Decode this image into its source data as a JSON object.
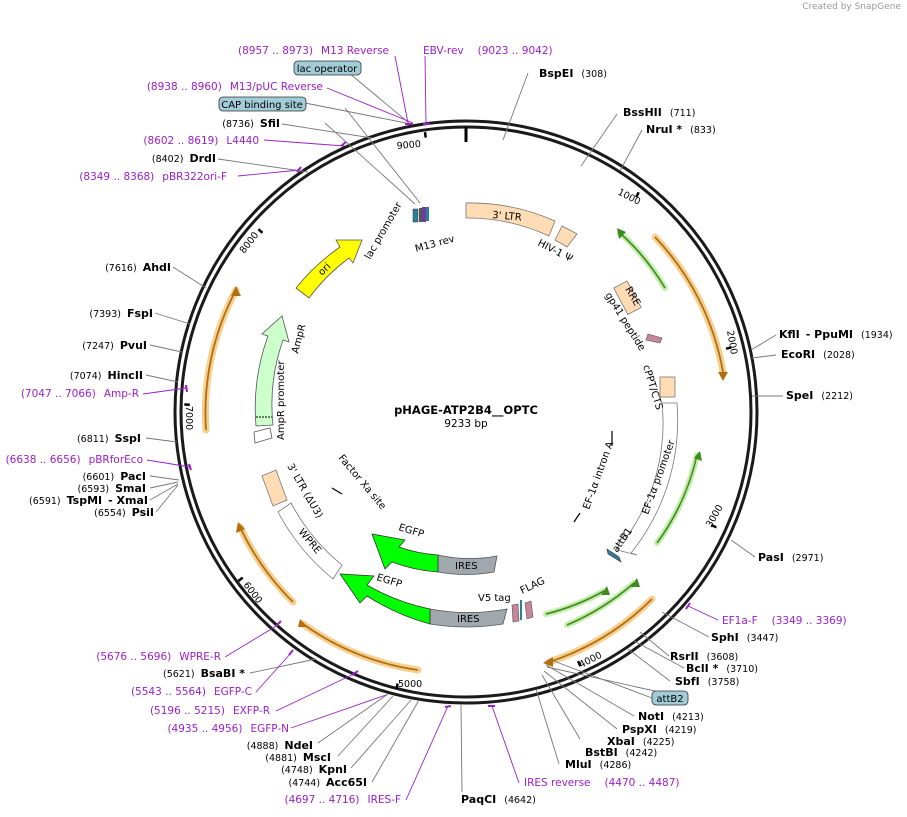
{
  "credit": "Created by SnapGene",
  "plasmid": {
    "name": "pHAGE-ATP2B4__OPTC",
    "length": "9233 bp"
  },
  "colors": {
    "primer": "#9b20c8",
    "feature_box": "#a3ccd9",
    "ori": "#ffff00",
    "ampr": "#ccffcc",
    "egfp": "#00ff00",
    "ires": "#a0a8ad",
    "ltr": "#ffdcb4",
    "orf_outline": "#f0a830",
    "orf_arrow": "#c07818",
    "green_glow": "#a8e080"
  },
  "ticks": [
    "1000",
    "2000",
    "3000",
    "4000",
    "5000",
    "6000",
    "7000",
    "8000",
    "9000"
  ],
  "sites": [
    {
      "name": "BspEI",
      "pos": "(308)"
    },
    {
      "name": "BssHII",
      "pos": "(711)"
    },
    {
      "name": "NruI *",
      "pos": "(833)"
    },
    {
      "name": "KflI",
      "pos": ""
    },
    {
      "name": "- PpuMI",
      "pos": "(1934)"
    },
    {
      "name": "EcoRI",
      "pos": "(2028)"
    },
    {
      "name": "SpeI",
      "pos": "(2212)"
    },
    {
      "name": "PasI",
      "pos": "(2971)"
    },
    {
      "name": "SphI",
      "pos": "(3447)"
    },
    {
      "name": "RsrII",
      "pos": "(3608)"
    },
    {
      "name": "BclI *",
      "pos": "(3710)"
    },
    {
      "name": "SbfI",
      "pos": "(3758)"
    },
    {
      "name": "NotI",
      "pos": "(4213)"
    },
    {
      "name": "PspXI",
      "pos": "(4219)"
    },
    {
      "name": "XbaI",
      "pos": "(4225)"
    },
    {
      "name": "BstBI",
      "pos": "(4242)"
    },
    {
      "name": "MluI",
      "pos": "(4286)"
    },
    {
      "name": "PaqCI",
      "pos": "(4642)"
    },
    {
      "name": "Acc65I",
      "pos": "(4744)"
    },
    {
      "name": "KpnI",
      "pos": "(4748)"
    },
    {
      "name": "MscI",
      "pos": "(4881)"
    },
    {
      "name": "NdeI",
      "pos": "(4888)"
    },
    {
      "name": "BsaBI *",
      "pos": "(5621)"
    },
    {
      "name": "PsiI",
      "pos": "(6554)"
    },
    {
      "name": "TspMI",
      "pos": "(6591)"
    },
    {
      "name": "- XmaI",
      "pos": ""
    },
    {
      "name": "SmaI",
      "pos": "(6593)"
    },
    {
      "name": "PacI",
      "pos": "(6601)"
    },
    {
      "name": "SspI",
      "pos": "(6811)"
    },
    {
      "name": "HincII",
      "pos": "(7074)"
    },
    {
      "name": "PvuI",
      "pos": "(7247)"
    },
    {
      "name": "FspI",
      "pos": "(7393)"
    },
    {
      "name": "AhdI",
      "pos": "(7616)"
    },
    {
      "name": "DrdI",
      "pos": "(8402)"
    },
    {
      "name": "SfiI",
      "pos": "(8736)"
    }
  ],
  "primers": [
    {
      "name": "M13 Reverse",
      "range": "(8957 .. 8973)"
    },
    {
      "name": "EBV-rev",
      "range": "(9023 .. 9042)"
    },
    {
      "name": "M13/pUC Reverse",
      "range": "(8938 .. 8960)"
    },
    {
      "name": "L4440",
      "range": "(8602 .. 8619)"
    },
    {
      "name": "pBR322ori-F",
      "range": "(8349 .. 8368)"
    },
    {
      "name": "Amp-R",
      "range": "(7047 .. 7066)"
    },
    {
      "name": "pBRforEco",
      "range": "(6638 .. 6656)"
    },
    {
      "name": "WPRE-R",
      "range": "(5676 .. 5696)"
    },
    {
      "name": "EGFP-C",
      "range": "(5543 .. 5564)"
    },
    {
      "name": "EXFP-R",
      "range": "(5196 .. 5215)"
    },
    {
      "name": "EGFP-N",
      "range": "(4935 .. 4956)"
    },
    {
      "name": "IRES-F",
      "range": "(4697 .. 4716)"
    },
    {
      "name": "IRES reverse",
      "range": "(4470 .. 4487)"
    },
    {
      "name": "EF1a-F",
      "range": "(3349 .. 3369)"
    }
  ],
  "boxed_features": [
    "lac operator",
    "CAP binding site",
    "attB2"
  ],
  "inner_features": {
    "ltr3": "3' LTR",
    "hiv": "HIV-1 Ψ",
    "rre": "RRE",
    "gp41": "gp41 peptide",
    "cppt": "cPPT/CTS",
    "ef1a_promoter": "EF-1α promoter",
    "ef1a_intron": "EF-1α intron A",
    "attb1": "attB1",
    "flag": "FLAG",
    "v5": "V5 tag",
    "ires1": "IRES",
    "ires2": "IRES",
    "egfp1": "EGFP",
    "egfp2": "EGFP",
    "factorxa": "Factor Xa site",
    "ltr_delta": "3' LTR (ΔU3)",
    "wpre": "WPRE",
    "ampr_promoter": "AmpR promoter",
    "ampr": "AmpR",
    "ori": "ori",
    "lac_promoter": "lac promoter",
    "m13rev": "M13 rev"
  }
}
